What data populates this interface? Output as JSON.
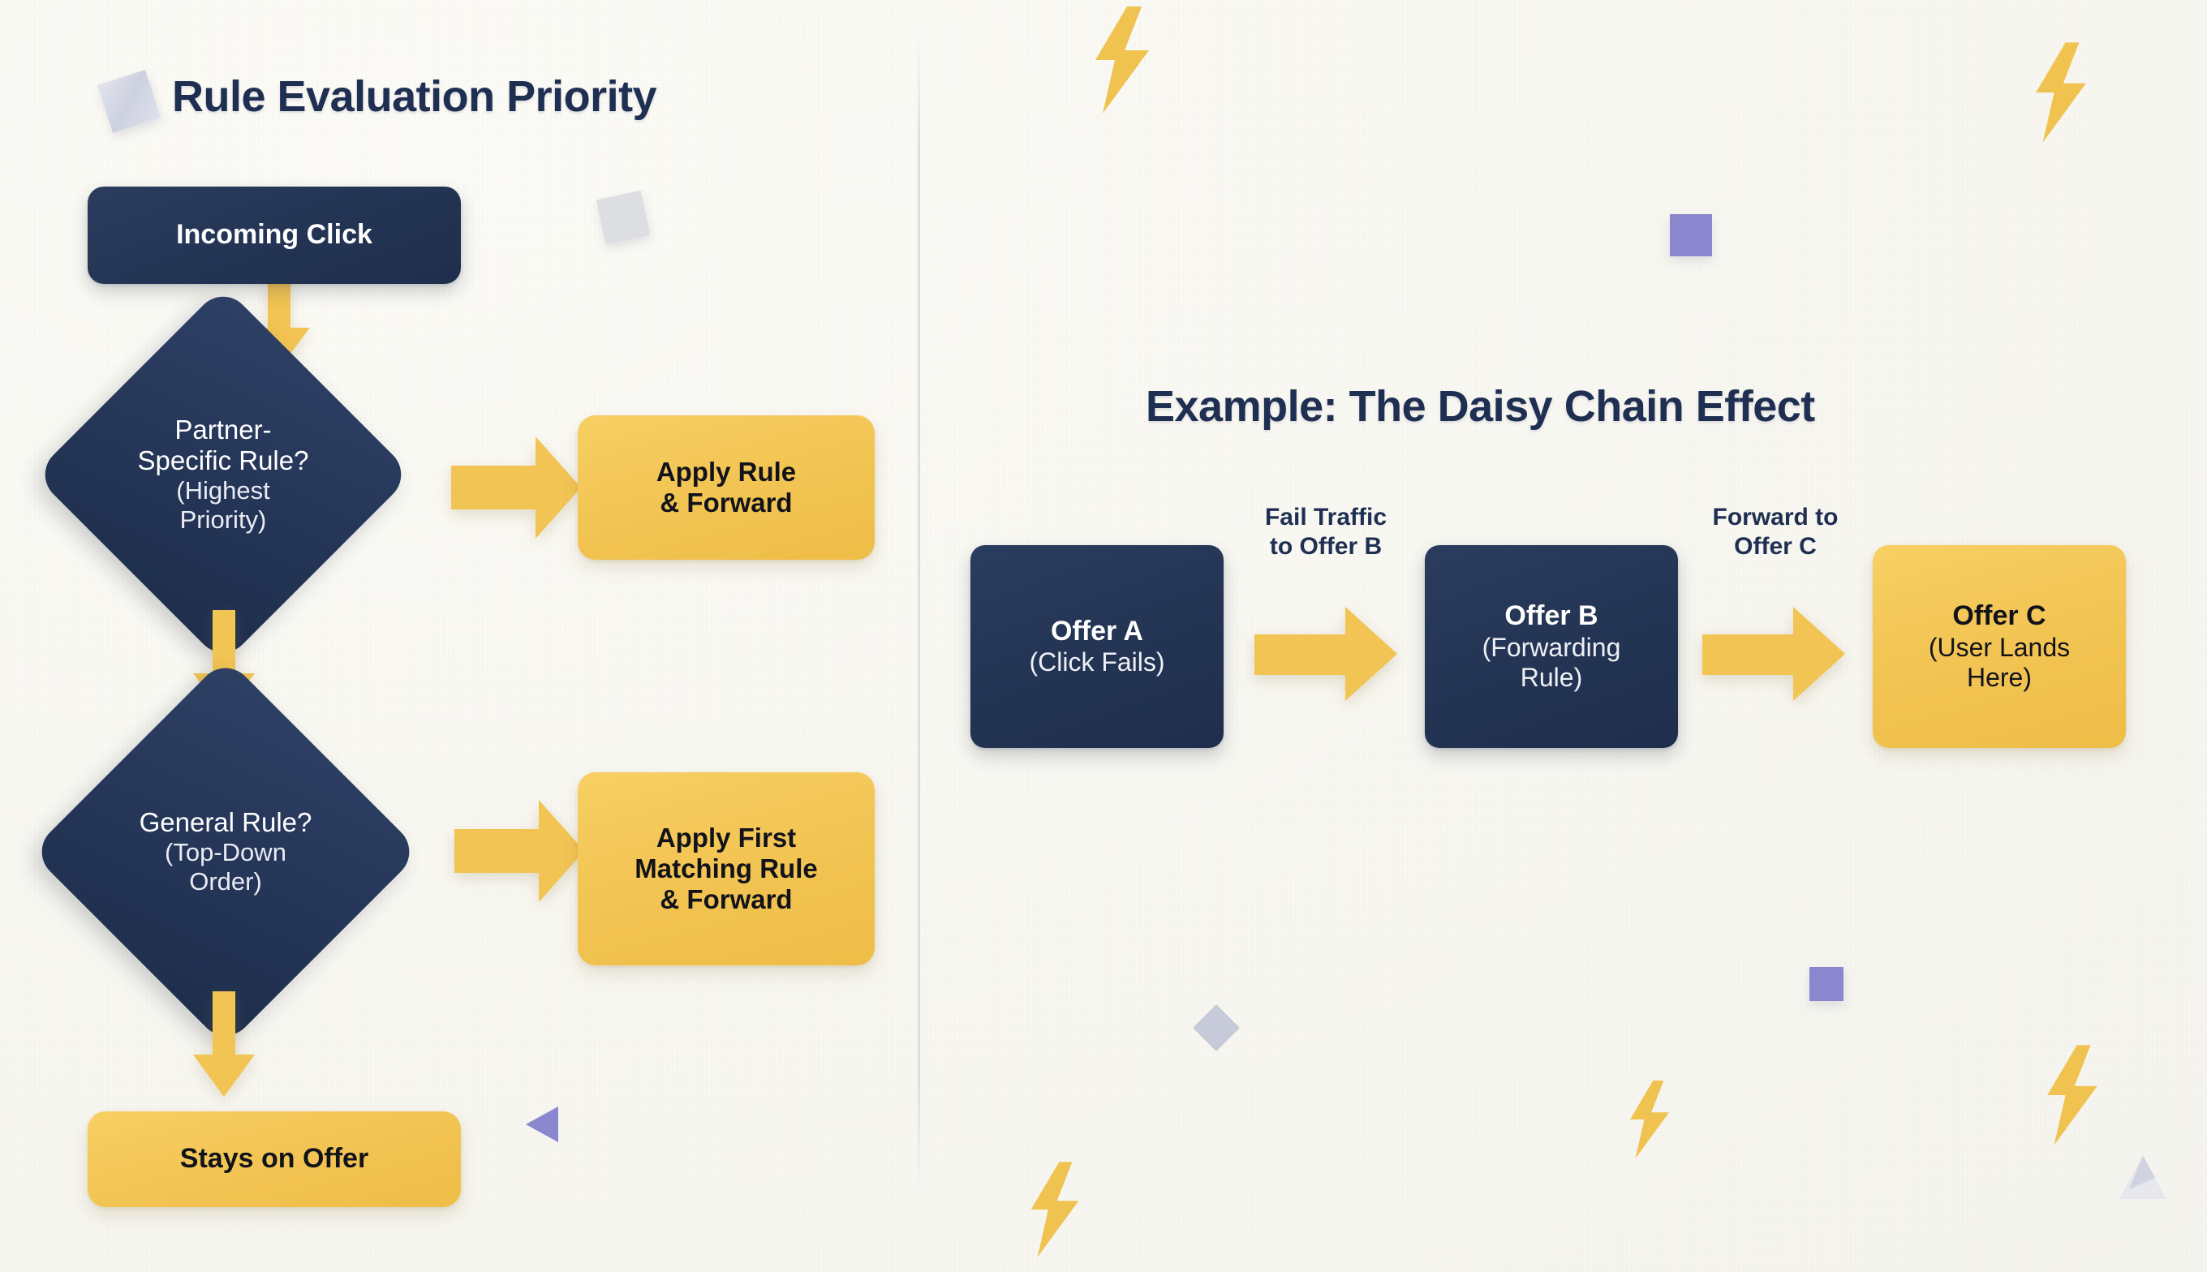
{
  "theme": {
    "background": "#faf9f4",
    "navy": "#243555",
    "gold": "#f2c453",
    "title_color": "#1e2f52",
    "divider_color": "#dcdee4",
    "purple": "#8b87ce",
    "light_gray_shape": "#d6d9e4"
  },
  "left_panel": {
    "title": "Rule Evaluation Priority",
    "nodes": {
      "incoming_click": {
        "label": "Incoming Click"
      },
      "partner_rule": {
        "line1": "Partner-",
        "line2": "Specific Rule?",
        "line3": "(Highest",
        "line4": "Priority)"
      },
      "apply_rule": {
        "line1": "Apply Rule",
        "line2": "& Forward"
      },
      "general_rule": {
        "line1": "General Rule?",
        "line2": "(Top-Down",
        "line3": "Order)"
      },
      "apply_first": {
        "line1": "Apply First",
        "line2": "Matching Rule",
        "line3": "& Forward"
      },
      "stays_on_offer": {
        "label": "Stays on Offer"
      }
    }
  },
  "right_panel": {
    "title": "Example: The Daisy Chain Effect",
    "nodes": {
      "offer_a": {
        "line1": "Offer A",
        "line2": "(Click Fails)"
      },
      "offer_b": {
        "line1": "Offer B",
        "line2": "(Forwarding",
        "line3": "Rule)"
      },
      "offer_c": {
        "line1": "Offer C",
        "line2": "(User Lands",
        "line3": "Here)"
      }
    },
    "edges": {
      "a_to_b": "Fail Traffic\nto Offer B",
      "b_to_c": "Forward to\nOffer C"
    }
  }
}
